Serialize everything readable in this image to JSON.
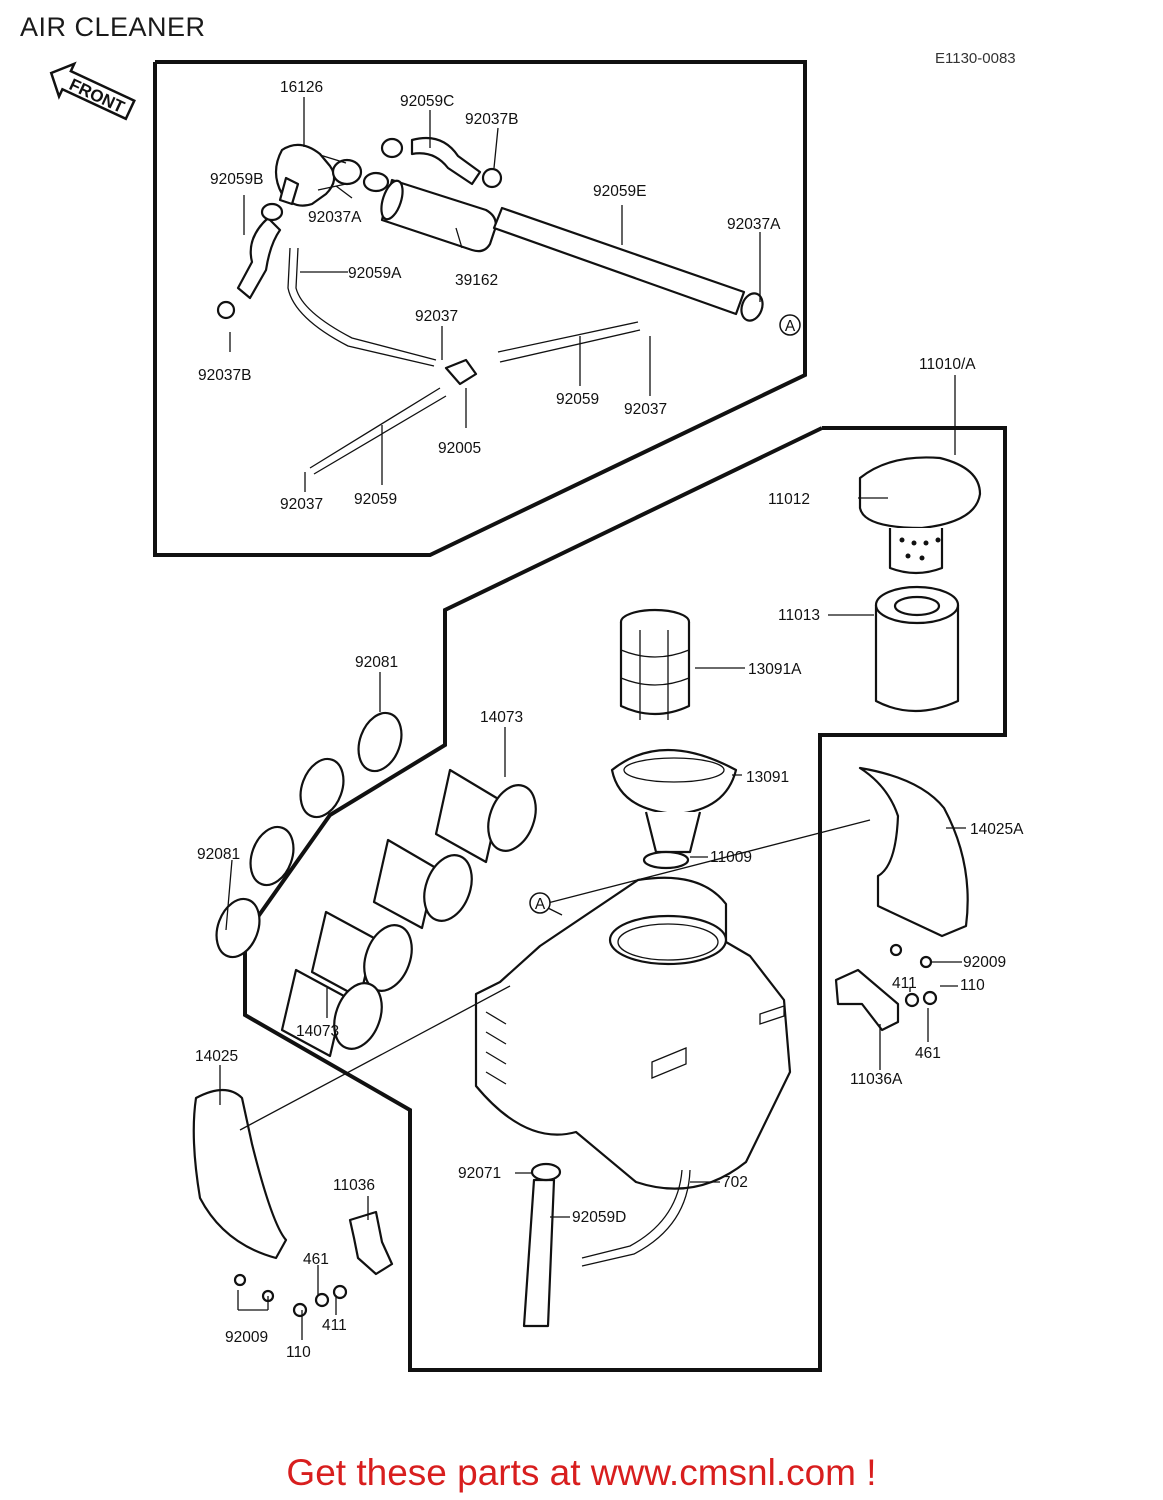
{
  "header": {
    "title": "AIR CLEANER",
    "diagram_code": "E1130-0083",
    "front_label": "FRONT"
  },
  "callouts": {
    "a_marker": "A",
    "p16126": "16126",
    "p92059C": "92059C",
    "p92037B_top": "92037B",
    "p92059B": "92059B",
    "p92037A_left": "92037A",
    "p92059E": "92059E",
    "p92037A_right": "92037A",
    "p92059A": "92059A",
    "p39162": "39162",
    "p92037B_bottom": "92037B",
    "p92037_mid": "92037",
    "p92059_right": "92059",
    "p92037_right": "92037",
    "p92005": "92005",
    "p92059_bottom": "92059",
    "p92037_bottom": "92037",
    "p11010A": "11010/A",
    "p11012": "11012",
    "p11013": "11013",
    "p13091A": "13091A",
    "p92081_top": "92081",
    "p14073_top": "14073",
    "p13091": "13091",
    "p11009": "11009",
    "p14025A": "14025A",
    "p92081_left": "92081",
    "p92009_right": "92009",
    "p411_right": "411",
    "p110_right": "110",
    "p461_right": "461",
    "p11036A": "11036A",
    "p14073_bottom": "14073",
    "p14025": "14025",
    "p92071": "92071",
    "p702": "702",
    "p92059D": "92059D",
    "p11036": "11036",
    "p461_left": "461",
    "p411_left": "411",
    "p92009_left": "92009",
    "p110_left": "110"
  },
  "footer": {
    "cta": "Get these parts at www.cmsnl.com !"
  },
  "colors": {
    "line": "#111111",
    "cta": "#d81e1e",
    "background": "#ffffff"
  }
}
